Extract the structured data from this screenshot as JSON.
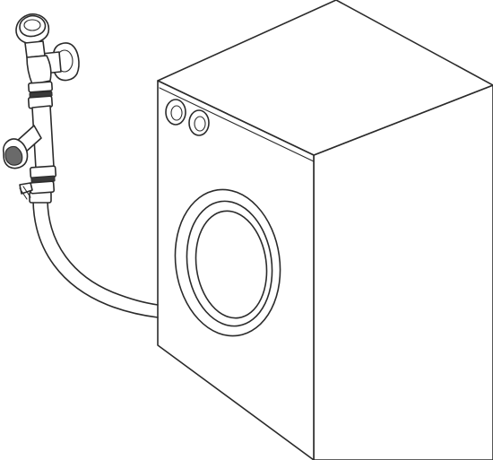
{
  "diagram": {
    "line_color": "#2b2b2b",
    "background_color": "#ffffff",
    "components": [
      {
        "id": "washing-machine",
        "icon": "washing-machine-icon"
      },
      {
        "id": "water-tap",
        "icon": "tap-valve-icon"
      },
      {
        "id": "inlet-hose",
        "icon": "hose-icon"
      }
    ]
  }
}
